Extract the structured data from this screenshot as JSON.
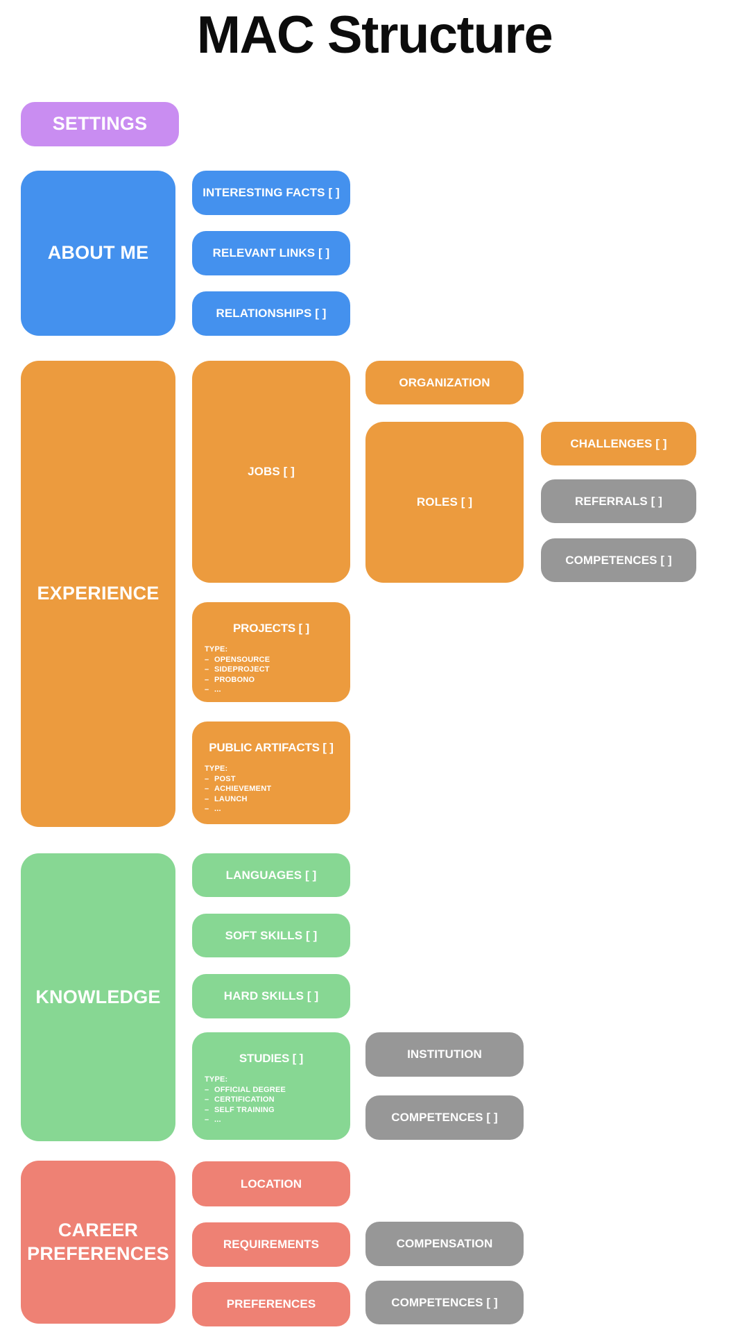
{
  "title": "MAC Structure",
  "bullet": "–",
  "palette": {
    "purple": "#c98df1",
    "blue": "#4491ee",
    "orange": "#ec9b3e",
    "green": "#87d793",
    "salmon": "#ee8174",
    "gray": "#979797",
    "node_text": "#ffffff",
    "title_text": "#0c0c0c",
    "background": "#ffffff"
  },
  "settings": {
    "label": "SETTINGS"
  },
  "about": {
    "label": "ABOUT ME",
    "items": [
      {
        "label": "INTERESTING FACTS [ ]"
      },
      {
        "label": "RELEVANT LINKS [ ]"
      },
      {
        "label": "RELATIONSHIPS [ ]"
      }
    ]
  },
  "experience": {
    "label": "EXPERIENCE",
    "jobs": {
      "label": "JOBS [ ]"
    },
    "organization": {
      "label": "ORGANIZATION"
    },
    "roles": {
      "label": "ROLES [ ]"
    },
    "challenges": {
      "label": "CHALLENGES [ ]"
    },
    "referrals": {
      "label": "REFERRALS [ ]"
    },
    "competences": {
      "label": "COMPETENCES [ ]"
    },
    "projects": {
      "label": "PROJECTS [ ]",
      "type_heading": "TYPE:",
      "types": [
        "OPENSOURCE",
        "SIDEPROJECT",
        "PROBONO",
        "..."
      ]
    },
    "public_artifacts": {
      "label": "PUBLIC ARTIFACTS [ ]",
      "type_heading": "TYPE:",
      "types": [
        "POST",
        "ACHIEVEMENT",
        "LAUNCH",
        "..."
      ]
    }
  },
  "knowledge": {
    "label": "KNOWLEDGE",
    "languages": {
      "label": "LANGUAGES [ ]"
    },
    "soft_skills": {
      "label": "SOFT SKILLS [ ]"
    },
    "hard_skills": {
      "label": "HARD SKILLS [ ]"
    },
    "studies": {
      "label": "STUDIES [ ]",
      "type_heading": "TYPE:",
      "types": [
        "OFFICIAL DEGREE",
        "CERTIFICATION",
        "SELF TRAINING",
        "..."
      ]
    },
    "institution": {
      "label": "INSTITUTION"
    },
    "competences": {
      "label": "COMPETENCES [ ]"
    }
  },
  "career": {
    "label": "CAREER PREFERENCES",
    "location": {
      "label": "LOCATION"
    },
    "requirements": {
      "label": "REQUIREMENTS"
    },
    "preferences": {
      "label": "PREFERENCES"
    },
    "compensation": {
      "label": "COMPENSATION"
    },
    "competences": {
      "label": "COMPETENCES [ ]"
    }
  }
}
